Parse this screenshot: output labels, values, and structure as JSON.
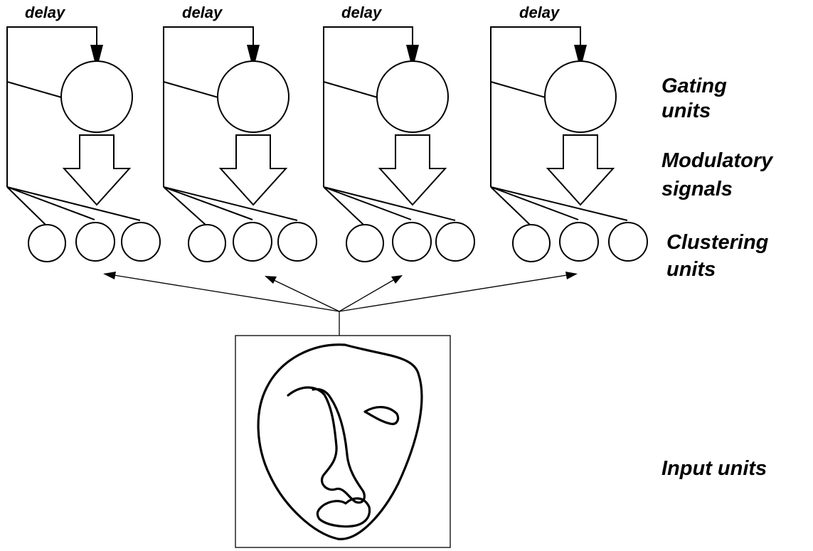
{
  "delay_label": "delay",
  "labels": {
    "gating": [
      "Gating",
      "units"
    ],
    "modulatory": [
      "Modulatory",
      "signals"
    ],
    "clustering": [
      "Clustering",
      "units"
    ],
    "input": "Input units"
  },
  "structure": {
    "modules": 4,
    "clustering_units_per_module": 3
  }
}
